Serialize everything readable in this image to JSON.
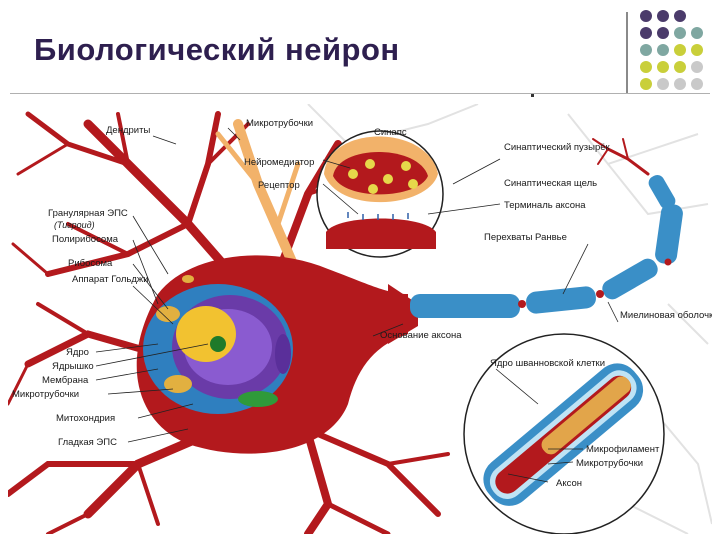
{
  "title": "Биологический нейрон",
  "colors": {
    "title": "#2e1f4f",
    "dot_purple": "#4b3b6b",
    "dot_teal": "#7fa7a1",
    "dot_yellow": "#c9cf3a",
    "dot_grey": "#c9c9c9",
    "cytoplasm": "#b3191d",
    "nucleus_purple": "#6a3ba8",
    "myelin": "#3a8fc7",
    "orange_dendrite": "#f2b26a"
  },
  "labels": {
    "dendrites": "Дендриты",
    "microtubules_top": "Микротрубочки",
    "synapse": "Синапс",
    "synaptic_vesicle": "Синаптический пузырёк",
    "neurotransmitter": "Нейромедиатор",
    "receptor": "Рецептор",
    "synaptic_cleft": "Синаптическая щель",
    "axon_terminal": "Терминаль аксона",
    "granular_er": "Гранулярная ЭПС",
    "tigroid": "(Тигроид)",
    "polyribosome": "Полирибосома",
    "ribosome": "Рибосома",
    "golgi": "Аппарат Гольджи",
    "ranvier_nodes": "Перехваты Ранвье",
    "myelin_sheath": "Миелиновая оболочка",
    "axon_hillock": "Основание аксона",
    "nucleus": "Ядро",
    "nucleolus": "Ядрышко",
    "membrane": "Мембрана",
    "microtubules_left": "Микротрубочки",
    "mitochondria": "Митохондрия",
    "smooth_er": "Гладкая ЭПС",
    "schwann_nucleus": "Ядро шванновской клетки",
    "microfilament": "Микрофиламент",
    "microtubules_inset": "Микротрубочки",
    "axon": "Аксон"
  }
}
